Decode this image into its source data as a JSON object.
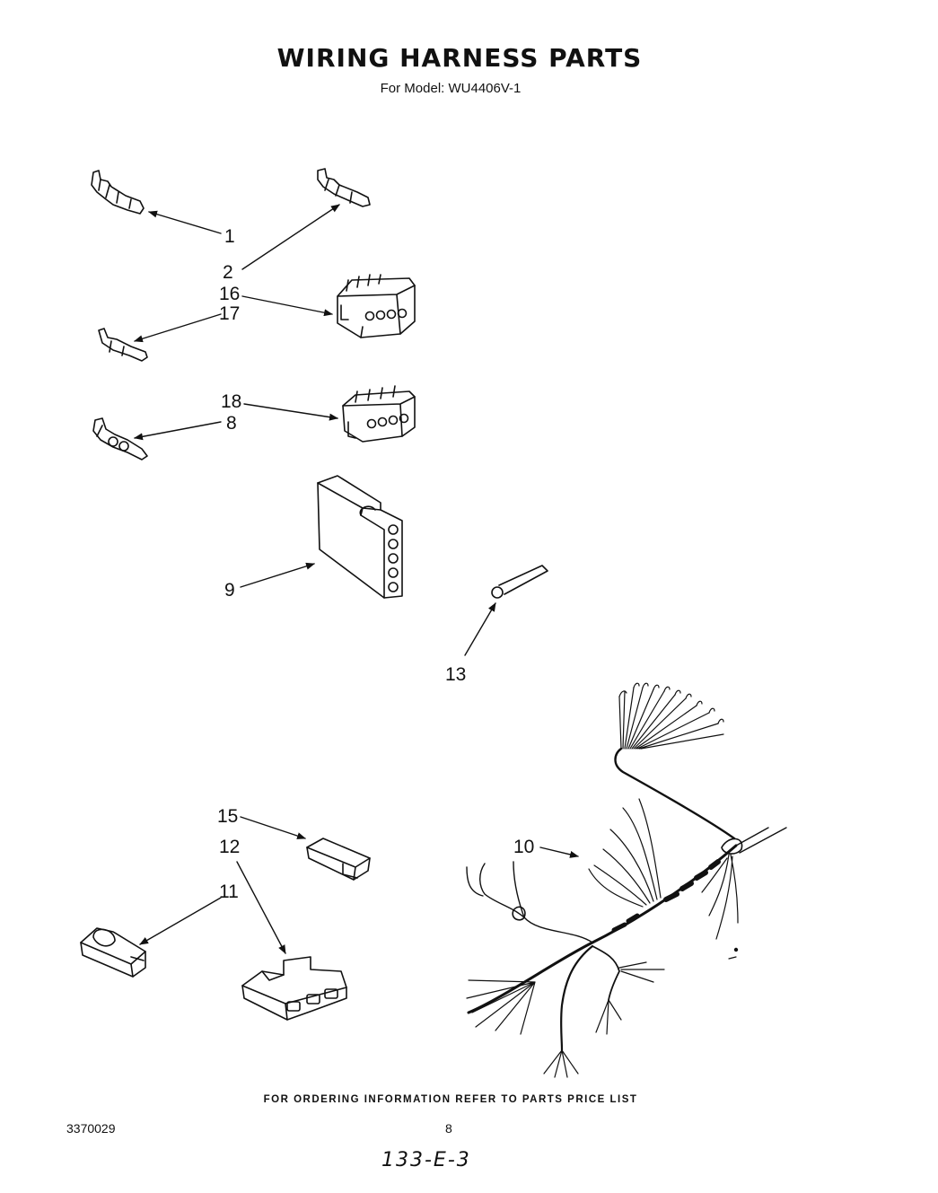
{
  "header": {
    "title": "WIRING HARNESS PARTS",
    "model_line": "For Model: WU4406V-1"
  },
  "callouts": {
    "c1": "1",
    "c2": "2",
    "c16": "16",
    "c17": "17",
    "c18": "18",
    "c8": "8",
    "c9": "9",
    "c13": "13",
    "c15": "15",
    "c12": "12",
    "c11": "11",
    "c10": "10"
  },
  "footer": {
    "ordering_note": "FOR ORDERING INFORMATION REFER TO PARTS PRICE LIST",
    "doc_number": "3370029",
    "page_number": "8",
    "handwritten_code": "133-E-3"
  }
}
